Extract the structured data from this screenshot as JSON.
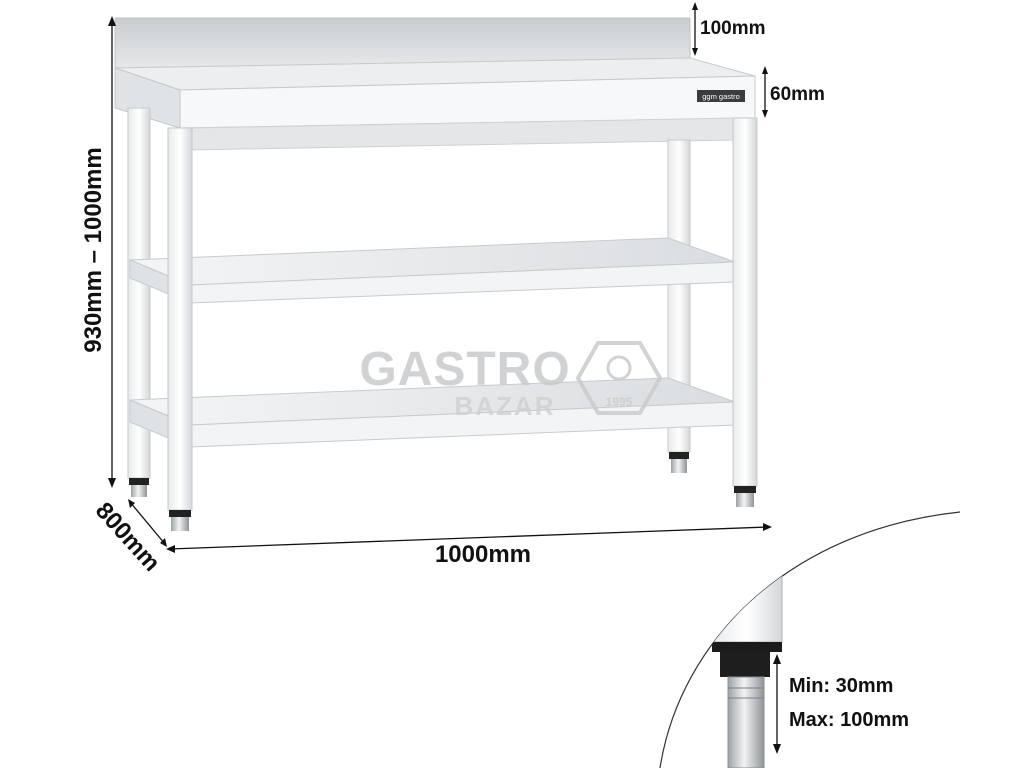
{
  "dimensions": {
    "backsplash_height": "100mm",
    "front_edge_height": "60mm",
    "table_height": "930mm – 1000mm",
    "depth": "800mm",
    "width": "1000mm"
  },
  "brand_plate": {
    "text": "ggm gastro"
  },
  "watermark": {
    "line1": "GASTRO",
    "line2": "BAZAR",
    "year": "1995"
  },
  "foot_detail": {
    "min_label": "Min: 30mm",
    "max_label": "Max: 100mm"
  },
  "colors": {
    "line": "#111111",
    "steel_light": "#f2f3f4",
    "steel_mid": "#d9dcdf",
    "steel_dark": "#b9bdc1",
    "watermark": "#c9cbcd"
  }
}
